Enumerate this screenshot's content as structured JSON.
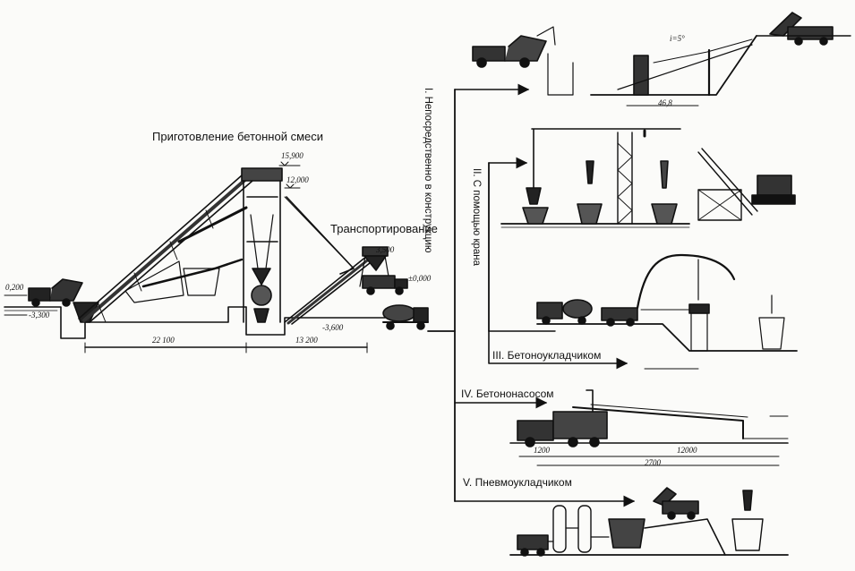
{
  "title": "Приготовление бетонной смеси",
  "transport_label": "Транспортирование",
  "methods": [
    {
      "label": "I. Непосредственно в конструкцию"
    },
    {
      "label": "II. С помощью крана"
    },
    {
      "label": "III. Бетоноукладчиком"
    },
    {
      "label": "IV. Бетононасосом"
    },
    {
      "label": "V. Пневмоукладчиком"
    }
  ],
  "dimensions": {
    "plant_length": "22 100",
    "transport_length": "13 200",
    "elev_top": "15,900",
    "elev_upper": "12,000",
    "elev_hopper": "3,500",
    "elev_zero": "±0,000",
    "elev_ground_left": "0,200",
    "elev_pit_left": "-3,300",
    "elev_pit_right": "-3,600",
    "slope": "i=5°",
    "span_i": "46,8",
    "span_iv_a": "1200",
    "span_iv_b": "2700",
    "span_iv_c": "12000"
  }
}
